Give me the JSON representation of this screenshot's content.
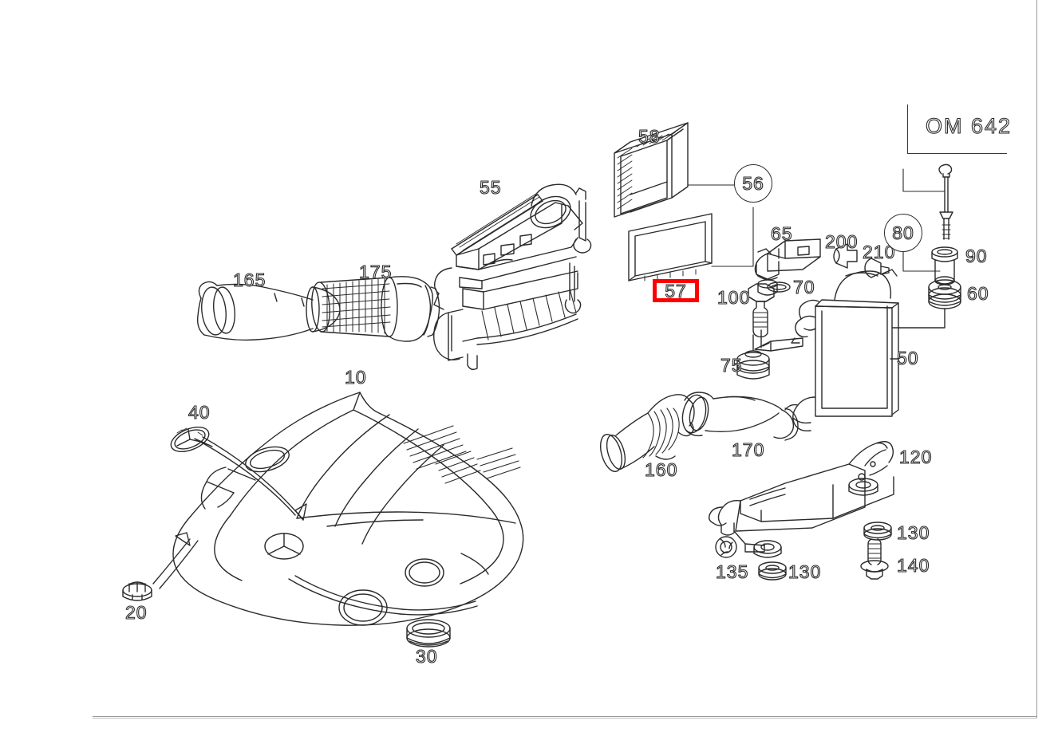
{
  "diagram": {
    "title": "Engine air intake exploded parts diagram",
    "engine_code": "OM 642",
    "line_color": "#2b2b2b",
    "highlight_color": "#fe0000",
    "background": "#ffffff",
    "highlighted_part": "57"
  },
  "callout_circles": [
    {
      "id": "circle-56",
      "label": "56"
    },
    {
      "id": "circle-80",
      "label": "80"
    }
  ],
  "part_labels": [
    {
      "id": "part-165",
      "label": "165",
      "part": "air-intake-duct"
    },
    {
      "id": "part-175",
      "label": "175",
      "part": "air-intake-resonator"
    },
    {
      "id": "part-55",
      "label": "55",
      "part": "intake-manifold"
    },
    {
      "id": "part-58",
      "label": "58",
      "part": "air-filter-element"
    },
    {
      "id": "part-57",
      "label": "57",
      "part": "air-filter-cover"
    },
    {
      "id": "part-65",
      "label": "65",
      "part": "mass-air-flow-sensor"
    },
    {
      "id": "part-200",
      "label": "200",
      "part": "clip"
    },
    {
      "id": "part-210",
      "label": "210",
      "part": "clip-small"
    },
    {
      "id": "part-70",
      "label": "70",
      "part": "o-ring"
    },
    {
      "id": "part-100",
      "label": "100",
      "part": "bolt"
    },
    {
      "id": "part-90",
      "label": "90",
      "part": "bushing"
    },
    {
      "id": "part-60",
      "label": "60",
      "part": "rubber-mount"
    },
    {
      "id": "part-50",
      "label": "50",
      "part": "air-filter-housing"
    },
    {
      "id": "part-75",
      "label": "75",
      "part": "rubber-damper"
    },
    {
      "id": "part-10",
      "label": "10",
      "part": "engine-cover"
    },
    {
      "id": "part-40",
      "label": "40",
      "part": "star-emblem"
    },
    {
      "id": "part-20",
      "label": "20",
      "part": "retaining-clip"
    },
    {
      "id": "part-30",
      "label": "30",
      "part": "grommet"
    },
    {
      "id": "part-160",
      "label": "160",
      "part": "flexible-air-hose"
    },
    {
      "id": "part-170",
      "label": "170",
      "part": "charge-air-duct"
    },
    {
      "id": "part-120",
      "label": "120",
      "part": "mounting-bracket"
    },
    {
      "id": "part-130a",
      "label": "130",
      "part": "grommet-upper"
    },
    {
      "id": "part-130b",
      "label": "130",
      "part": "grommet-lower"
    },
    {
      "id": "part-135",
      "label": "135",
      "part": "nut"
    },
    {
      "id": "part-140",
      "label": "140",
      "part": "bolt-long"
    }
  ]
}
